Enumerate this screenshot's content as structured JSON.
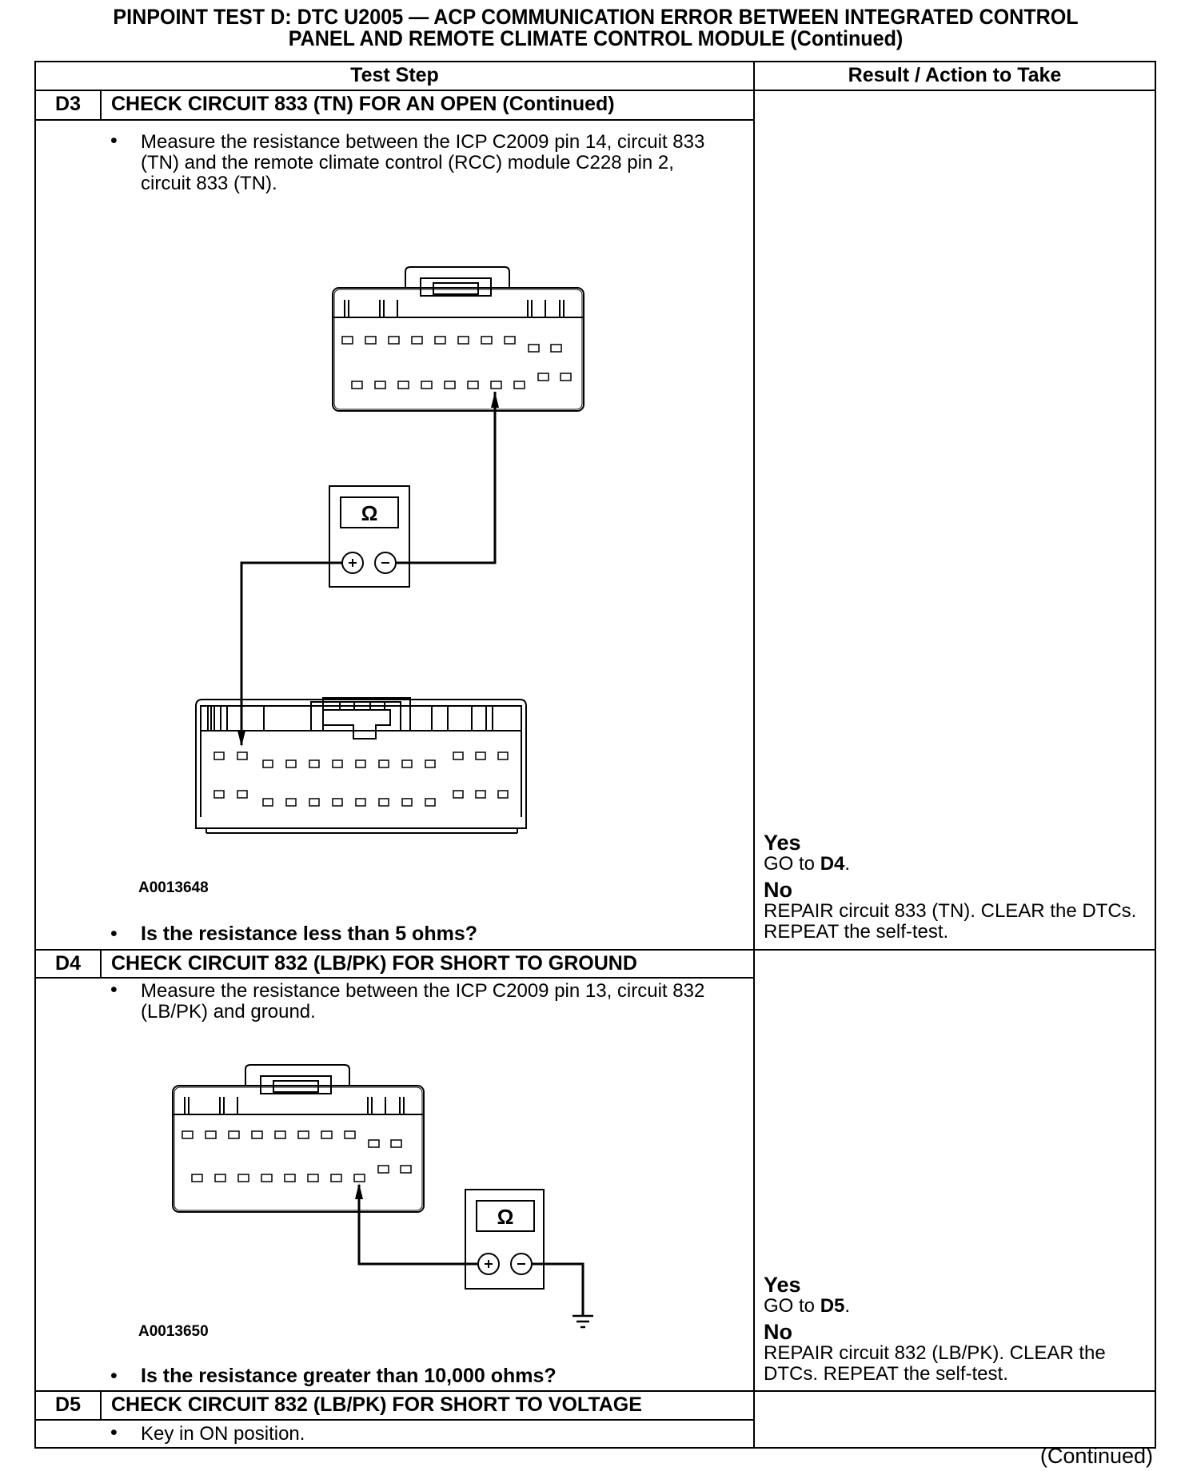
{
  "page": {
    "title_line1": "PINPOINT TEST D: DTC U2005 — ACP COMMUNICATION ERROR BETWEEN INTEGRATED CONTROL",
    "title_line2": "PANEL AND REMOTE CLIMATE CONTROL MODULE (Continued)",
    "footer": "(Continued)"
  },
  "table": {
    "headers": {
      "test_step": "Test Step",
      "result": "Result / Action to Take"
    }
  },
  "steps": [
    {
      "id": "D3",
      "title": "CHECK CIRCUIT 833 (TN) FOR AN OPEN (Continued)",
      "bullet": "•",
      "instruction": "Measure the resistance between the ICP C2009 pin 14, circuit 833 (TN) and the remote climate control (RCC) module C228 pin 2, circuit 833 (TN).",
      "figure_id": "A0013648",
      "meter_symbol": "Ω",
      "question": "Is the resistance less than 5 ohms?",
      "yes_label": "Yes",
      "yes_text": "GO to",
      "yes_target": "D4",
      "yes_end": ".",
      "no_label": "No",
      "no_text": "REPAIR circuit 833 (TN). CLEAR the DTCs. REPEAT the self-test."
    },
    {
      "id": "D4",
      "title": "CHECK CIRCUIT 832 (LB/PK) FOR SHORT TO GROUND",
      "bullet": "•",
      "instruction": "Measure the resistance between the ICP C2009 pin 13, circuit 832 (LB/PK) and ground.",
      "figure_id": "A0013650",
      "meter_symbol": "Ω",
      "question": "Is the resistance greater than 10,000 ohms?",
      "yes_label": "Yes",
      "yes_text": "GO to",
      "yes_target": "D5",
      "yes_end": ".",
      "no_label": "No",
      "no_text": "REPAIR circuit 832 (LB/PK). CLEAR the DTCs. REPEAT the self-test."
    },
    {
      "id": "D5",
      "title": "CHECK CIRCUIT 832 (LB/PK) FOR SHORT TO VOLTAGE",
      "bullet": "•",
      "instruction": "Key in ON position."
    }
  ]
}
